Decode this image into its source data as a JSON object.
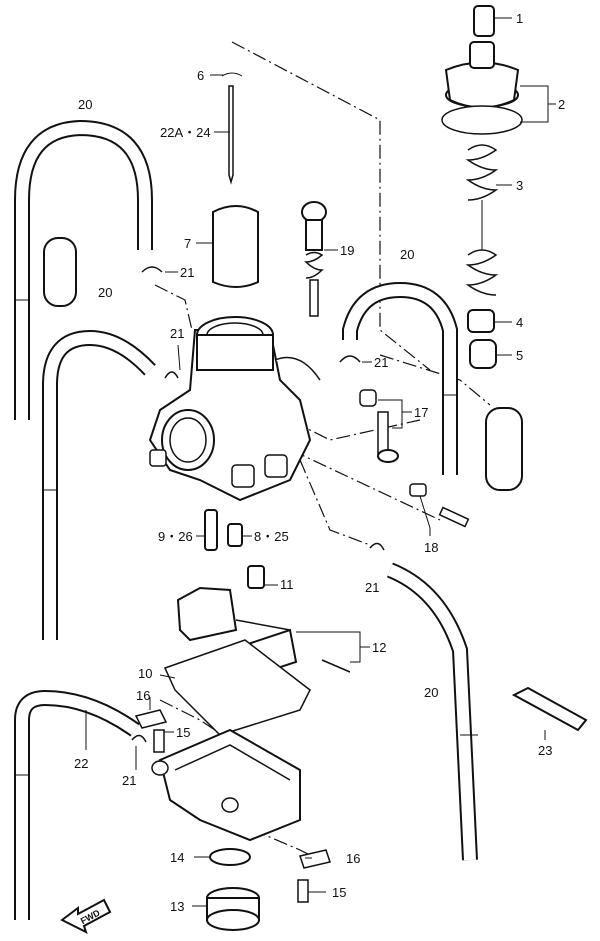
{
  "diagram": {
    "callouts": {
      "c1": "1",
      "c2": "2",
      "c3": "3",
      "c4": "4",
      "c5": "5",
      "c6": "6",
      "c7": "7",
      "c8_25": "8・25",
      "c9_26": "9・26",
      "c10": "10",
      "c11": "11",
      "c12": "12",
      "c13": "13",
      "c14": "14",
      "c15": "15",
      "c16": "16",
      "c17": "17",
      "c18": "18",
      "c19": "19",
      "c20": "20",
      "c21": "21",
      "c22": "22",
      "c22a_24": "22A・24",
      "c23": "23"
    },
    "direction_marker": "FWD"
  }
}
